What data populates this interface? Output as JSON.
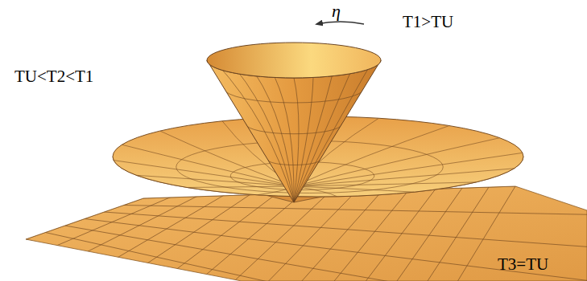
{
  "diagram": {
    "labels": [
      "η",
      "T1>TU",
      "TU<T2<T1",
      "T3=TU"
    ]
  }
}
